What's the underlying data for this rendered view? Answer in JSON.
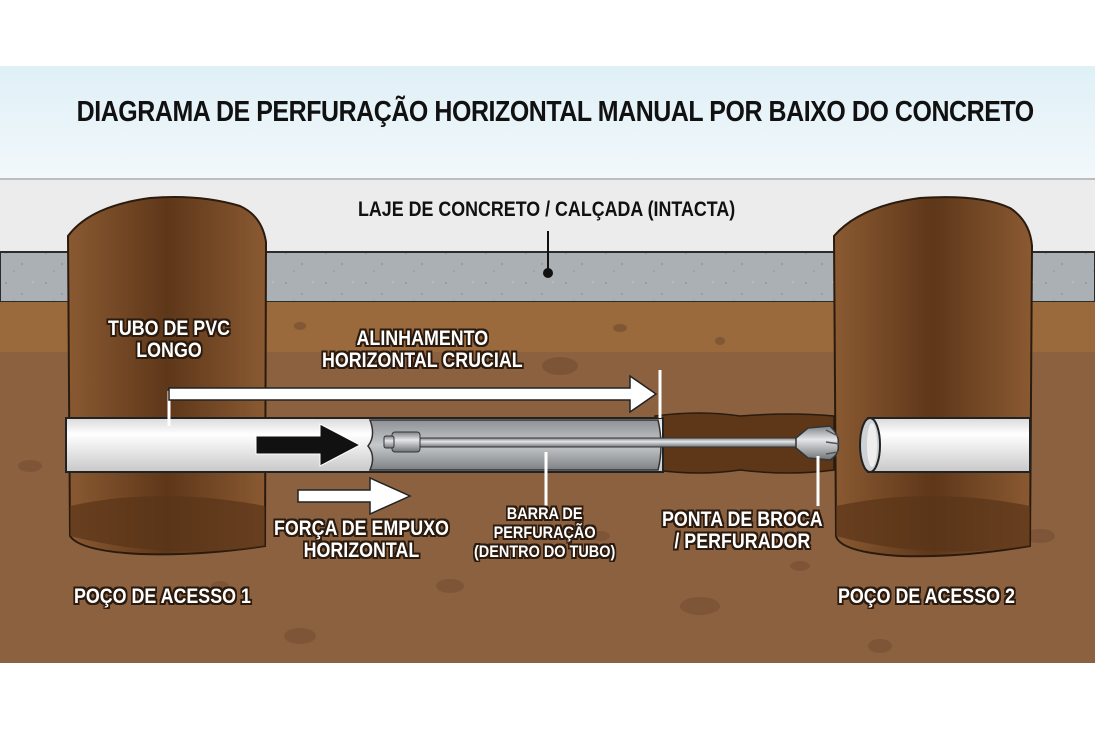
{
  "title": "DIAGRAMA DE PERFURAÇÃO HORIZONTAL MANUAL POR BAIXO DO CONCRETO",
  "labels": {
    "slab": "LAJE DE CONCRETO / CALÇADA (INTACTA)",
    "pvc_line1": "TUBO DE PVC",
    "pvc_line2": "LONGO",
    "align_line1": "ALINHAMENTO",
    "align_line2": "HORIZONTAL CRUCIAL",
    "thrust_line1": "FORÇA DE EMPUXO",
    "thrust_line2": "HORIZONTAL",
    "rod_line1": "BARRA DE",
    "rod_line2": "PERFURAÇÃO",
    "rod_line3": "(DENTRO DO TUBO)",
    "bit_line1": "PONTA DE BROCA",
    "bit_line2": "/ PERFURADOR",
    "pit1": "POÇO DE ACESSO 1",
    "pit2": "POÇO DE ACESSO 2"
  },
  "colors": {
    "sky": "#dff0f7",
    "surface": "#ececec",
    "concrete": "#aab0b4",
    "soil_top": "#9a6a3c",
    "soil": "#8c6140",
    "pit": "#6e4325",
    "pipe": "#f2f2f2",
    "rod": "#9a9ea2"
  }
}
